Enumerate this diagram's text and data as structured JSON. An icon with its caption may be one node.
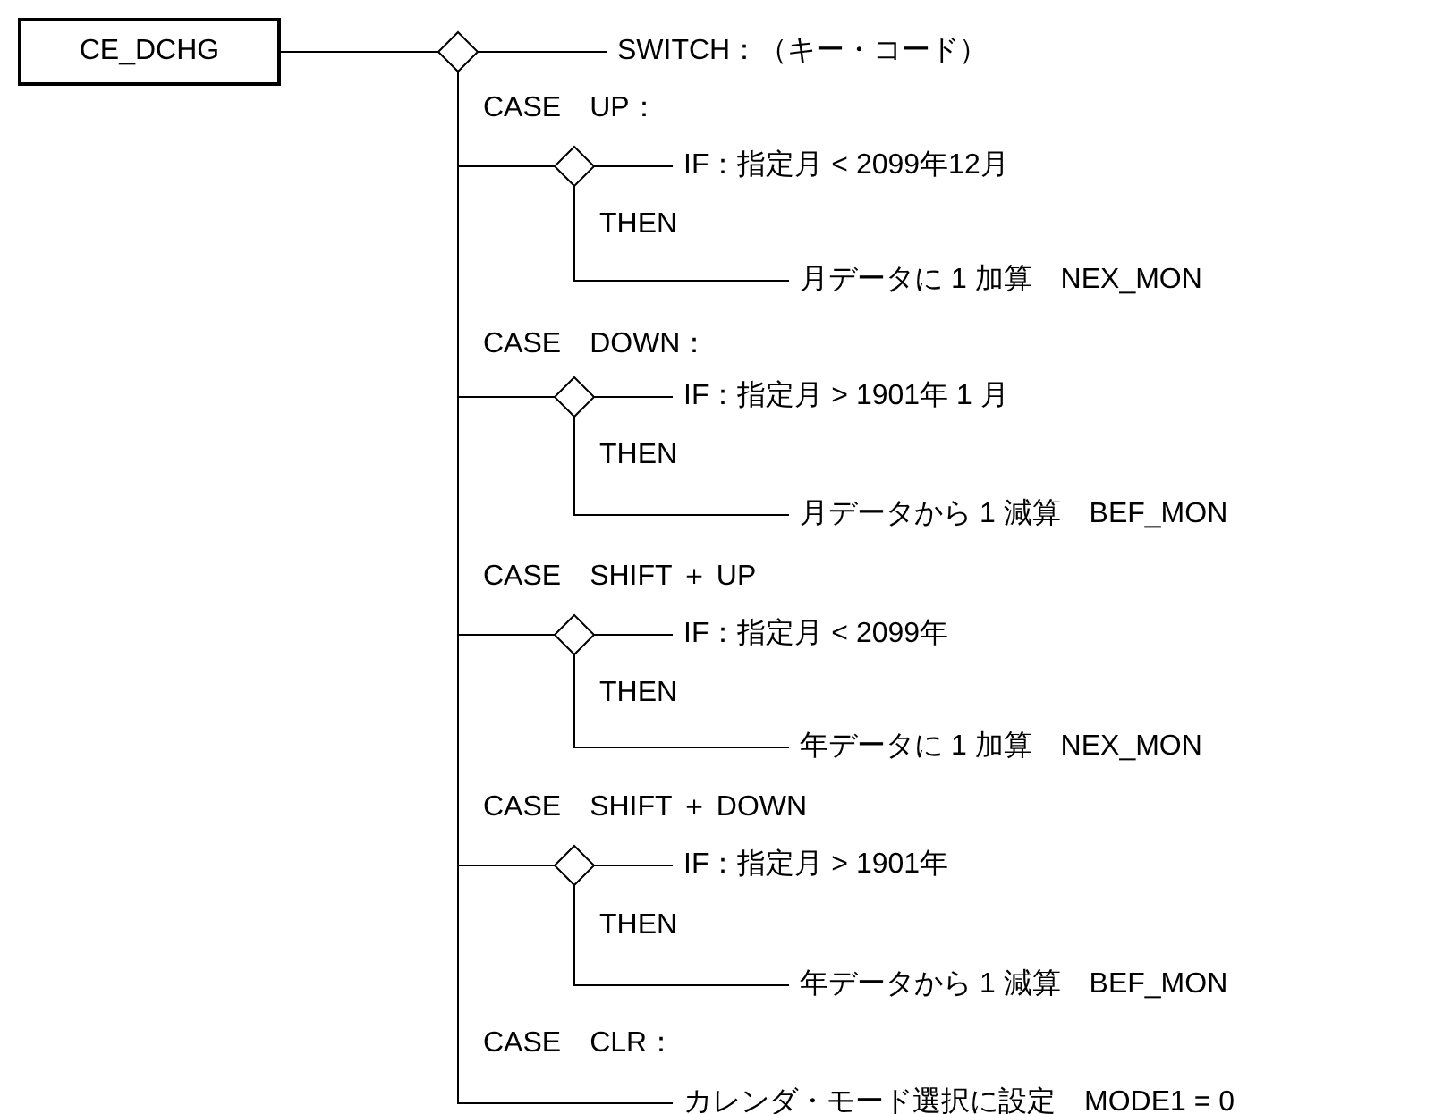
{
  "diagram": {
    "nodes": [
      {
        "text": [
          "CE_DCHG"
        ]
      },
      {
        "text": [],
        "shape": "diamond"
      },
      {
        "text": [
          "SWITCH：（キー・コード）"
        ]
      },
      {
        "text": [],
        "shape": "diamond"
      },
      {
        "text": [
          "IF：指定月 < 2099年12月"
        ]
      },
      {
        "text": [
          "月データに 1 加算　NEX_MON"
        ]
      },
      {
        "text": [],
        "shape": "diamond"
      },
      {
        "text": [
          "IF：指定月 > 1901年 1 月"
        ]
      },
      {
        "text": [
          "月データから 1 減算　BEF_MON"
        ]
      },
      {
        "text": [],
        "shape": "diamond"
      },
      {
        "text": [
          "IF：指定月 < 2099年"
        ]
      },
      {
        "text": [
          "年データに 1 加算　NEX_MON"
        ]
      },
      {
        "text": [],
        "shape": "diamond"
      },
      {
        "text": [
          "IF：指定月 > 1901年"
        ]
      },
      {
        "text": [
          "年データから 1 減算　BEF_MON"
        ]
      },
      {
        "text": [
          "カレンダ・モード選択に設定　MODE1 = 0"
        ]
      }
    ],
    "edges": [
      {
        "from": 0,
        "to": 1,
        "arrow": "none"
      },
      {
        "from": 1,
        "to": 2,
        "arrow": "none"
      },
      {
        "from": 1,
        "to": 3,
        "arrow": "none"
      },
      {
        "from": 3,
        "to": 4,
        "arrow": "none"
      },
      {
        "from": 3,
        "to": 5,
        "arrow": "none"
      },
      {
        "from": 1,
        "to": 6,
        "arrow": "none"
      },
      {
        "from": 6,
        "to": 7,
        "arrow": "none"
      },
      {
        "from": 6,
        "to": 8,
        "arrow": "none"
      },
      {
        "from": 1,
        "to": 9,
        "arrow": "none"
      },
      {
        "from": 9,
        "to": 10,
        "arrow": "none"
      },
      {
        "from": 9,
        "to": 11,
        "arrow": "none"
      },
      {
        "from": 1,
        "to": 12,
        "arrow": "none"
      },
      {
        "from": 12,
        "to": 13,
        "arrow": "none"
      },
      {
        "from": 12,
        "to": 14,
        "arrow": "none"
      },
      {
        "from": 1,
        "to": 15,
        "arrow": "none"
      }
    ],
    "labels": [
      "CASE　UP：",
      "THEN",
      "CASE　DOWN：",
      "THEN",
      "CASE　SHIFT ＋ UP",
      "THEN",
      "CASE　SHIFT ＋ DOWN",
      "THEN",
      "CASE　CLR："
    ]
  }
}
